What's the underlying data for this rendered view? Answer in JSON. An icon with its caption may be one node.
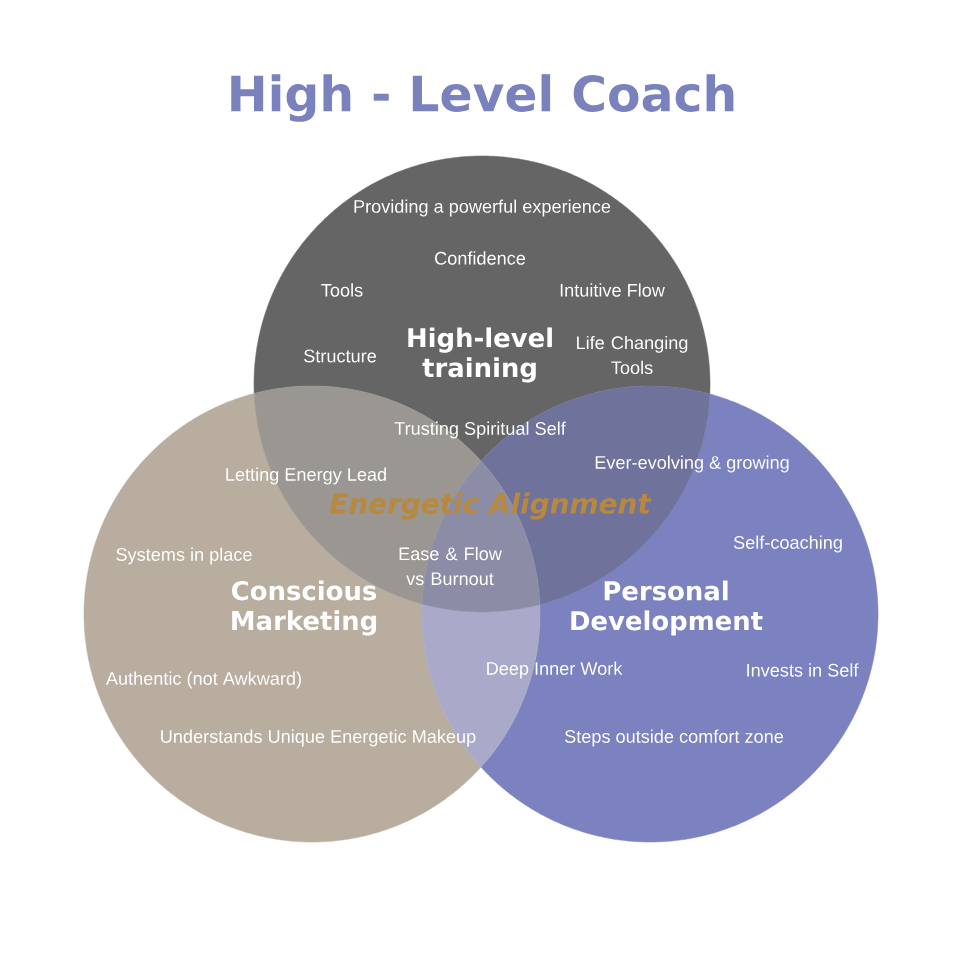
{
  "diagram": {
    "title": "High - Level Coach",
    "nodes": [
      {
        "text": [
          "Providing a powerful experience",
          "Confidence",
          "Tools",
          "Intuitive Flow",
          "Structure",
          "High-level training",
          "Life Changing Tools"
        ]
      },
      {
        "text": [
          "Systems in place",
          "Conscious Marketing",
          "Authentic (not Awkward)",
          "Understands Unique Energetic Makeup"
        ]
      },
      {
        "text": [
          "Self-coaching",
          "Personal Development",
          "Deep Inner Work",
          "Invests in Self",
          "Steps outside comfort zone"
        ]
      }
    ],
    "labels": [
      "Trusting Spiritual Self",
      "Ever-evolving & growing",
      "Letting Energy Lead",
      "Energetic Alignment",
      "Ease & Flow vs Burnout"
    ]
  }
}
